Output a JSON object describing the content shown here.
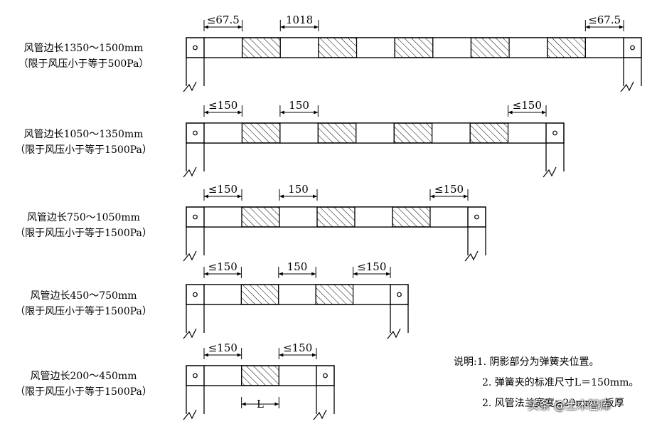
{
  "rows": [
    {
      "label_line1": "风管边长1350～1500mm",
      "label_line2": "（限于风压小于等于500Pa）",
      "dim_left": "≤67.5",
      "dim_mid": "1018",
      "dim_right": "≤67.5",
      "segments": [
        "plain",
        "hatched",
        "plain",
        "hatched",
        "plain",
        "hatched",
        "plain",
        "hatched",
        "plain",
        "hatched",
        "plain"
      ]
    },
    {
      "label_line1": "风管边长1050～1350mm",
      "label_line2": "（限于风压小于等于1500Pa）",
      "dim_left": "≤150",
      "dim_mid": "150",
      "dim_right": "≤150",
      "segments": [
        "plain",
        "hatched",
        "plain",
        "hatched",
        "plain",
        "hatched",
        "plain",
        "hatched",
        "plain"
      ]
    },
    {
      "label_line1": "风管边长750～1050mm",
      "label_line2": "（限于风压小于等于1500Pa）",
      "dim_left": "≤150",
      "dim_mid": "150",
      "dim_right": "≤150",
      "segments": [
        "plain",
        "hatched",
        "plain",
        "hatched",
        "plain",
        "hatched",
        "plain"
      ]
    },
    {
      "label_line1": "风管边长450～750mm",
      "label_line2": "（限于风压小于等于1500Pa）",
      "dim_left": "≤150",
      "dim_mid": "150",
      "dim_right": "≤150",
      "segments": [
        "plain",
        "hatched",
        "plain",
        "hatched",
        "plain"
      ]
    },
    {
      "label_line1": "风管边长200～450mm",
      "label_line2": "（限于风压小于等于1500Pa）",
      "dim_left": "≤150",
      "dim_mid": "",
      "dim_right": "≤150",
      "dim_bottom": "L",
      "segments": [
        "plain",
        "hatched",
        "plain"
      ]
    }
  ],
  "notes": {
    "line1": "说明:1. 阴影部分为弹簧夹位置。",
    "line2": "2. 弹簧夹的标准尺寸L＝150mm。",
    "line3": "2. 风管法兰宽度≥20mm，板厚"
  },
  "watermark": "头条 @土木智库"
}
